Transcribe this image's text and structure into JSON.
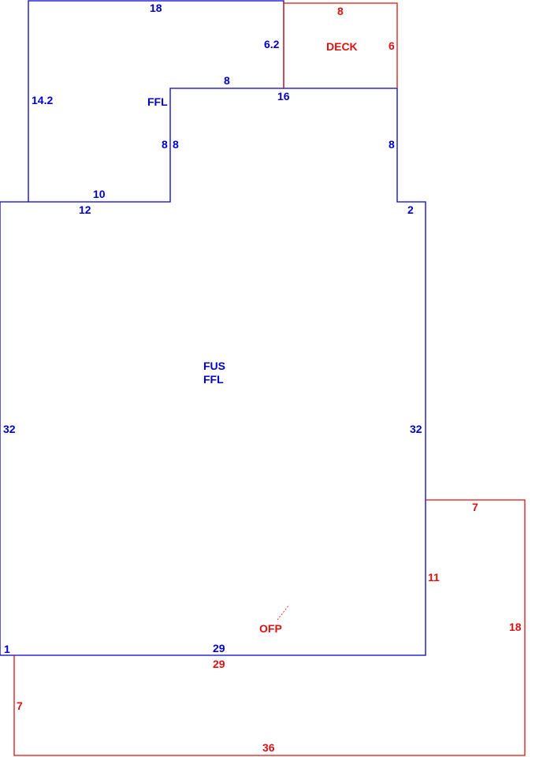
{
  "colors": {
    "main_structure": "#0000cc",
    "additions": "#dd1111"
  },
  "areas": {
    "main": [
      "FUS",
      "FFL"
    ],
    "upper_wing": "FFL",
    "deck": "DECK",
    "porch": "OFP"
  },
  "dimensions": {
    "upper_wing_top": "18",
    "upper_wing_left": "14.2",
    "upper_wing_right": "6.2",
    "upper_wing_bottom": "10",
    "step_top": "8",
    "step_left": "8",
    "step_right": "8",
    "deck_top": "8",
    "deck_right": "6",
    "deck_bottom": "16",
    "east_step": "8",
    "main_top_left": "12",
    "main_top_right": "2",
    "main_left": "32",
    "main_right": "32",
    "main_bottom": "29",
    "main_bottom_left": "1",
    "porch_top": "7",
    "porch_left_upper": "11",
    "porch_right": "18",
    "porch_bottom": "36",
    "porch_left_lower": "7",
    "porch_inner_top": "29"
  }
}
